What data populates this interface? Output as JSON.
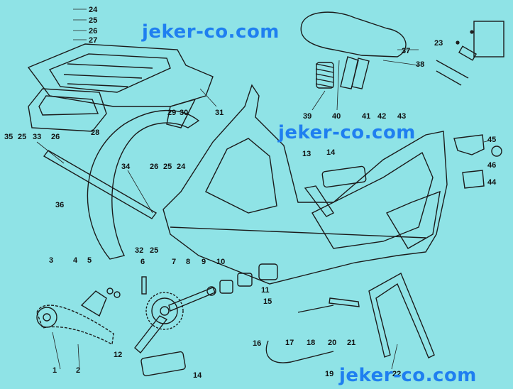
{
  "watermark": {
    "text": "jeker-co.com",
    "color": "#1f7ff0"
  },
  "colors": {
    "background": "#8fe3e6",
    "ink": "#1b1b1b",
    "part_fill": "#6f8f8f"
  },
  "parts": [
    {
      "label": "1"
    },
    {
      "label": "2"
    },
    {
      "label": "3"
    },
    {
      "label": "4"
    },
    {
      "label": "5"
    },
    {
      "label": "6"
    },
    {
      "label": "7"
    },
    {
      "label": "8"
    },
    {
      "label": "9"
    },
    {
      "label": "10"
    },
    {
      "label": "11"
    },
    {
      "label": "12"
    },
    {
      "label": "13"
    },
    {
      "label": "14"
    },
    {
      "label": "14"
    },
    {
      "label": "15"
    },
    {
      "label": "16"
    },
    {
      "label": "17"
    },
    {
      "label": "18"
    },
    {
      "label": "19"
    },
    {
      "label": "20"
    },
    {
      "label": "21"
    },
    {
      "label": "22"
    },
    {
      "label": "23"
    },
    {
      "label": "24"
    },
    {
      "label": "24"
    },
    {
      "label": "25"
    },
    {
      "label": "25"
    },
    {
      "label": "25"
    },
    {
      "label": "25"
    },
    {
      "label": "26"
    },
    {
      "label": "26"
    },
    {
      "label": "26"
    },
    {
      "label": "27"
    },
    {
      "label": "28"
    },
    {
      "label": "29"
    },
    {
      "label": "30"
    },
    {
      "label": "31"
    },
    {
      "label": "32"
    },
    {
      "label": "33"
    },
    {
      "label": "34"
    },
    {
      "label": "35"
    },
    {
      "label": "36"
    },
    {
      "label": "37"
    },
    {
      "label": "38"
    },
    {
      "label": "39"
    },
    {
      "label": "40"
    },
    {
      "label": "41"
    },
    {
      "label": "42"
    },
    {
      "label": "43"
    },
    {
      "label": "44"
    },
    {
      "label": "45"
    },
    {
      "label": "46"
    }
  ]
}
